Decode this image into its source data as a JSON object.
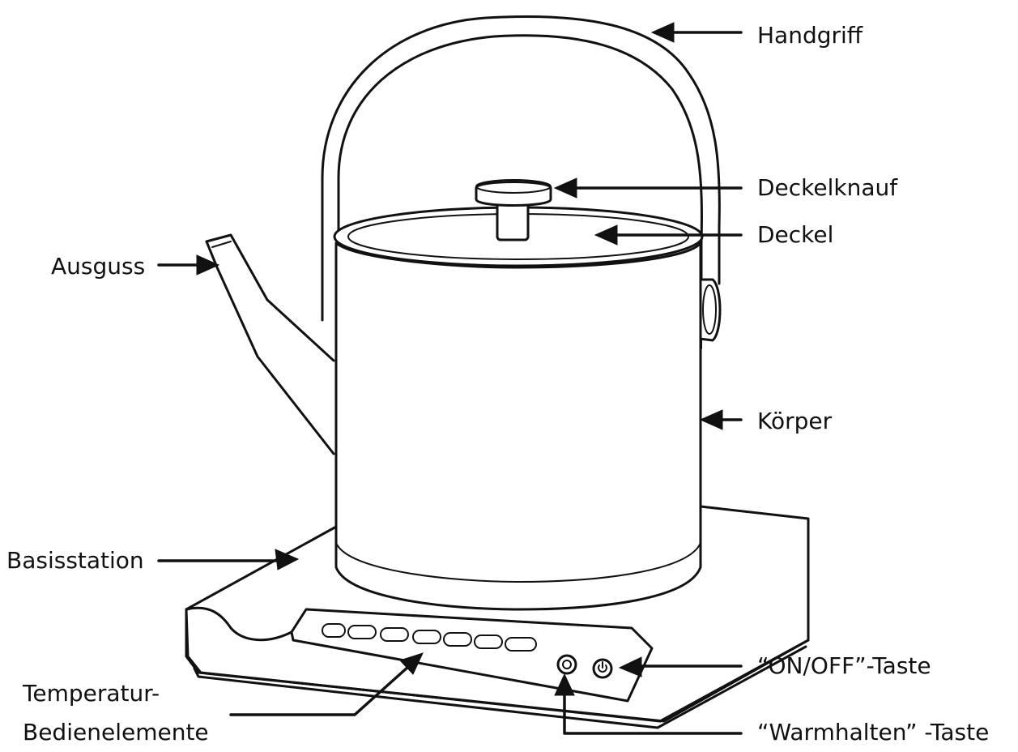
{
  "labels": {
    "handle": "Handgriff",
    "lid_knob": "Deckelknauf",
    "lid": "Deckel",
    "spout": "Ausguss",
    "body": "Körper",
    "base": "Basisstation",
    "temp_controls_line1": "Temperatur-",
    "temp_controls_line2": "Bedienelemente",
    "on_off": "“ON/OFF”-Taste",
    "keep_warm": "“Warmhalten” -Taste"
  }
}
